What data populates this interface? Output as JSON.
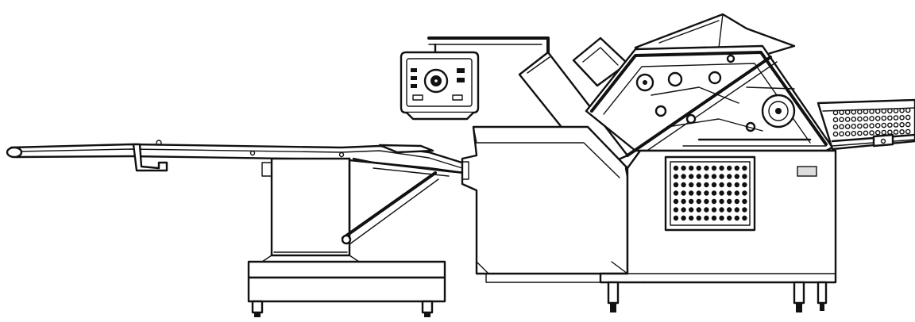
{
  "colors": {
    "line": "#111111",
    "background": "#ffffff"
  },
  "machine": {
    "parts": [
      "infeed-conveyor",
      "conveyor-stand",
      "control-panel",
      "feed-hopper",
      "main-housing",
      "slicer-head",
      "cabinet",
      "outfeed-conveyor"
    ]
  }
}
